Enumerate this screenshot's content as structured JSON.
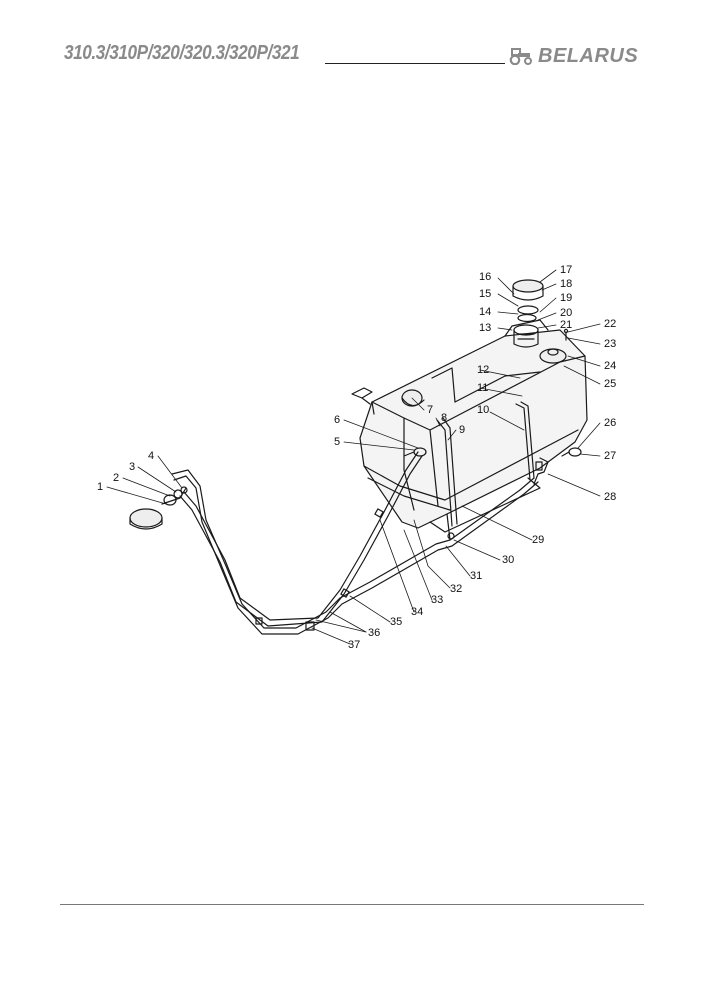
{
  "header": {
    "model_title": "310.3/310P/320/320.3/320P/321",
    "brand_name": "BELARUS",
    "brand_icon": "tractor-icon"
  },
  "diagram": {
    "callouts": [
      "1",
      "2",
      "3",
      "4",
      "5",
      "6",
      "7",
      "8",
      "9",
      "10",
      "11",
      "12",
      "13",
      "14",
      "15",
      "16",
      "17",
      "18",
      "19",
      "20",
      "21",
      "22",
      "23",
      "24",
      "25",
      "26",
      "27",
      "28",
      "29",
      "30",
      "31",
      "32",
      "33",
      "34",
      "35",
      "36",
      "37"
    ]
  },
  "colors": {
    "ink": "#111111",
    "header_gray": "#8a8a8a"
  }
}
